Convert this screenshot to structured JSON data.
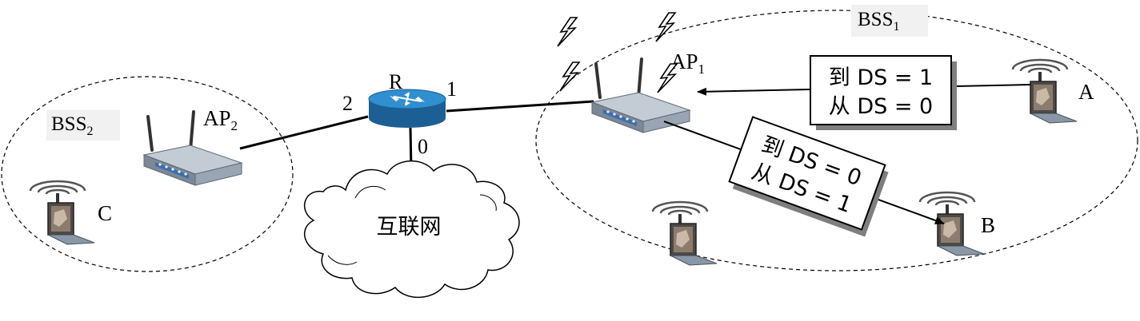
{
  "bss1": {
    "label": "BSS",
    "sub": "1"
  },
  "bss2": {
    "label": "BSS",
    "sub": "2"
  },
  "ap1": {
    "label": "AP",
    "sub": "1"
  },
  "ap2": {
    "label": "AP",
    "sub": "2"
  },
  "router": {
    "label": "R",
    "ports": {
      "p0": "0",
      "p1": "1",
      "p2": "2"
    }
  },
  "internet": {
    "label": "互联网"
  },
  "stations": {
    "a": "A",
    "b": "B",
    "c": "C"
  },
  "frame_a_to_ap1": {
    "line1": "到 DS = 1",
    "line2": "从 DS = 0"
  },
  "frame_ap1_to_b": {
    "line1": "到 DS = 0",
    "line2": "从 DS = 1"
  },
  "colors": {
    "router_blue": "#2f8fd0",
    "router_dark": "#1b5f95",
    "ap_body": "#8e9bab",
    "ap_front": "#3a6fb0"
  }
}
